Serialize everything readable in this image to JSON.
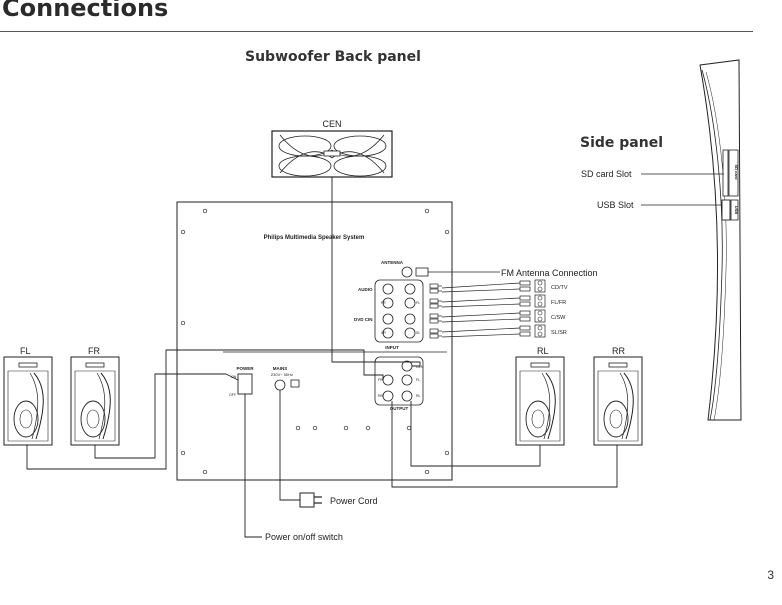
{
  "page": {
    "title": "Connections",
    "number": "3"
  },
  "headings": {
    "back_panel": "Subwoofer Back panel",
    "side_panel": "Side panel"
  },
  "speakers": {
    "center": "CEN",
    "front_left": "FL",
    "front_right": "FR",
    "rear_left": "RL",
    "rear_right": "RR"
  },
  "subwoofer": {
    "brand": "Philips Multimedia Speaker System",
    "antenna": "ANTENNA",
    "input_label": "INPUT",
    "output_label": "OUTPUT",
    "audio": "AUDIO",
    "dvd_cin": "DVD CIN",
    "power": "POWER",
    "on": "ON",
    "off": "OFF",
    "mains": "MAINS",
    "mains_rating": "230V~ 50Hz",
    "ports": {
      "fl": "FL",
      "fr": "FR",
      "sl": "SL",
      "sr": "SR",
      "cen": "CEN",
      "rl": "RL",
      "rr": "RR"
    }
  },
  "input_sources": [
    "CD/TV",
    "FL/FR",
    "C/SW",
    "SL/SR"
  ],
  "callouts": {
    "fm_antenna": "FM Antenna Connection",
    "power_cord": "Power Cord",
    "power_switch": "Power on/off switch",
    "sd_slot": "SD card Slot",
    "usb_slot": "USB Slot"
  },
  "side_panel": {
    "sd_text": "SD card",
    "usb_text": "USB"
  }
}
